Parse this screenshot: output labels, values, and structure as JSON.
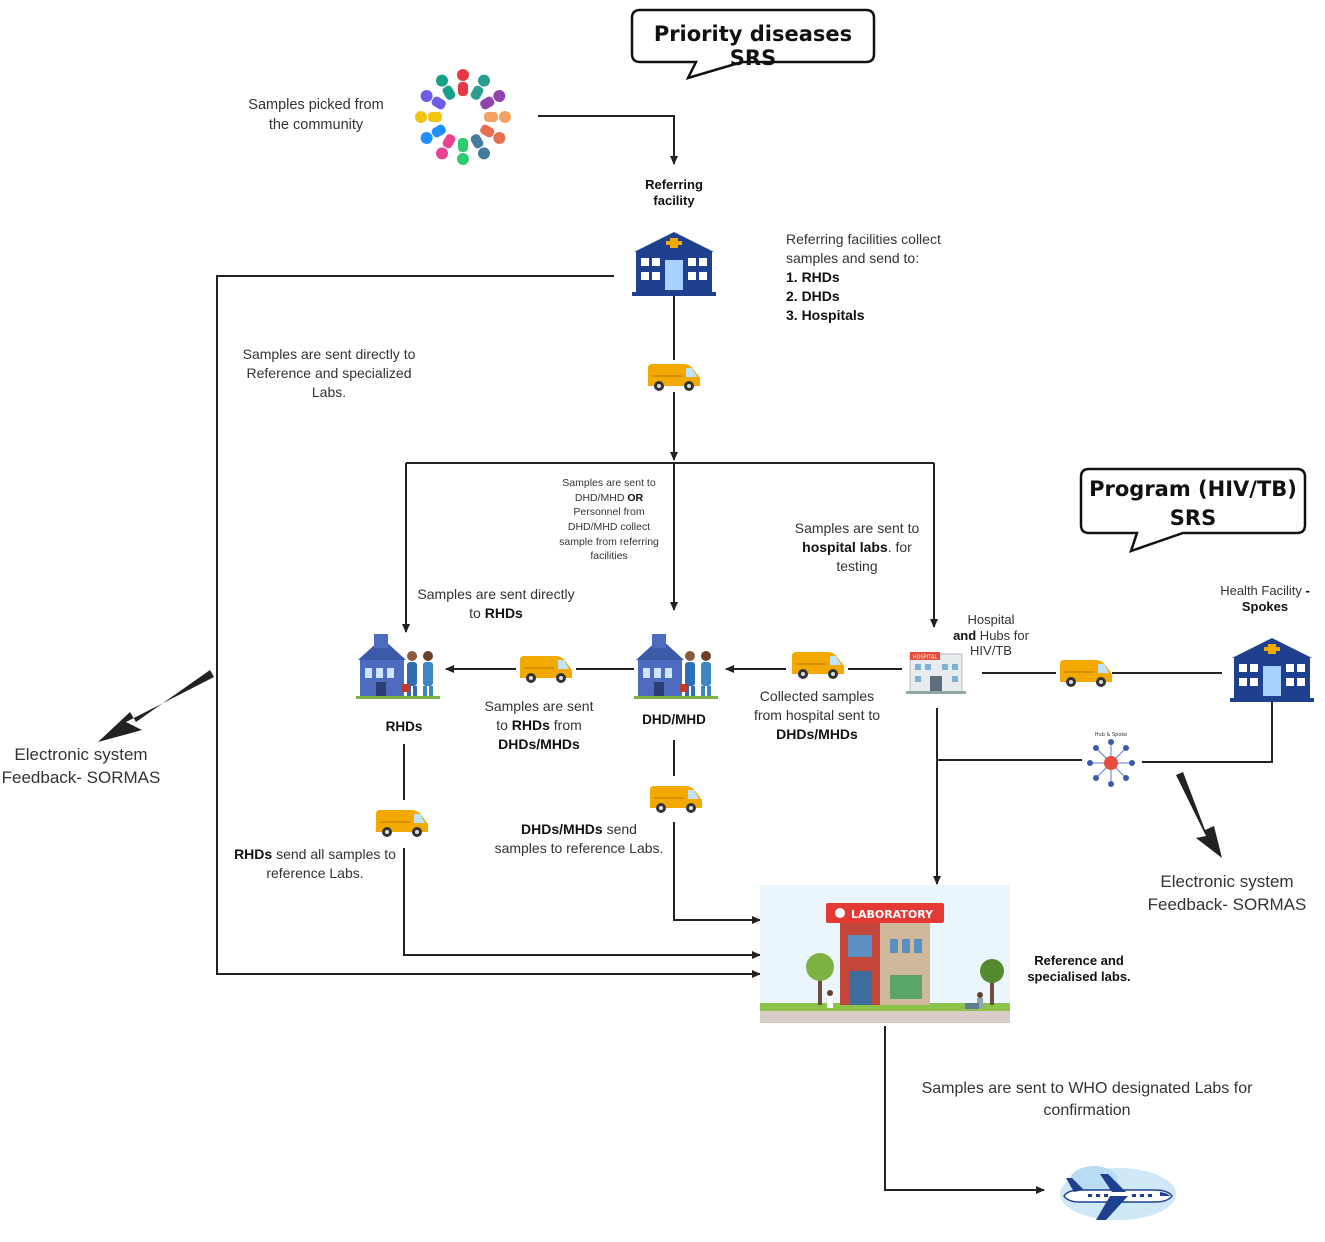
{
  "callouts": {
    "priority": "Priority diseases SRS",
    "program_line1": "Program (HIV/TB)",
    "program_line2": "SRS"
  },
  "labels": {
    "community_l1": "Samples picked from",
    "community_l2": "the community",
    "referring_l1": "Referring",
    "referring_l2": "facility",
    "ref_collect_l1": "Referring facilities collect",
    "ref_collect_l2": "samples and send to:",
    "ref_collect_i1": "1. RHDs",
    "ref_collect_i2": "2. DHDs",
    "ref_collect_i3": "3. Hospitals",
    "direct_ref_l1": "Samples are sent directly to",
    "direct_ref_l2": "Reference and  specialized",
    "direct_ref_l3": "Labs.",
    "dhd_sent_l1": "Samples are sent to",
    "dhd_sent_l2a": "DHD/MHD ",
    "dhd_sent_l2b": "OR",
    "dhd_sent_l3": "Personnel from",
    "dhd_sent_l4": "DHD/MHD collect",
    "dhd_sent_l5": "sample from referring",
    "dhd_sent_l6": "facilities",
    "hosp_sent_l1": "Samples are sent to",
    "hosp_sent_l2a": "hospital labs",
    "hosp_sent_l2b": ". for",
    "hosp_sent_l3": "testing",
    "rhd_direct_l1": "Samples are sent directly",
    "rhd_direct_l2a": "to ",
    "rhd_direct_l2b": "RHDs",
    "hospital_l1": "Hospital",
    "hospital_l2a": "and",
    "hospital_l2b": " Hubs for",
    "hospital_l3": "HIV/TB",
    "health_facility_l1a": "Health Facility ",
    "health_facility_l1b": "-",
    "health_facility_l2": "Spokes",
    "rhds": "RHDs",
    "dhd_mhd": "DHD/MHD",
    "to_rhd_l1": "Samples are sent",
    "to_rhd_l2a": "to ",
    "to_rhd_l2b": "RHDs",
    "to_rhd_l2c": " from",
    "to_rhd_l3": "DHDs/MHDs",
    "collected_l1": "Collected samples",
    "collected_l2": "from hospital sent to",
    "collected_l3": "DHDs/MHDs",
    "esf_left_l1": "Electronic system",
    "esf_left_l2": "Feedback- SORMAS",
    "esf_right_l1": "Electronic system",
    "esf_right_l2": "Feedback- SORMAS",
    "rhd_send_l1a": "RHDs",
    "rhd_send_l1b": " send all samples to",
    "rhd_send_l2": "reference Labs.",
    "dhd_send_l1a": "DHDs/MHDs",
    "dhd_send_l1b": " send",
    "dhd_send_l2": "samples to reference Labs.",
    "ref_labs_l1": "Reference and",
    "ref_labs_l2": "specialised labs.",
    "who_l1": "Samples are sent to WHO designated Labs for",
    "who_l2": "confirmation",
    "lab_sign": "LABORATORY",
    "hospital_sign": "HOSPITAL",
    "hub_title": "Hub & Spoke"
  },
  "colors": {
    "van": "#f2a900",
    "building_blue": "#1f3f8f",
    "arrow": "#222222",
    "lab_red": "#d7263d"
  }
}
